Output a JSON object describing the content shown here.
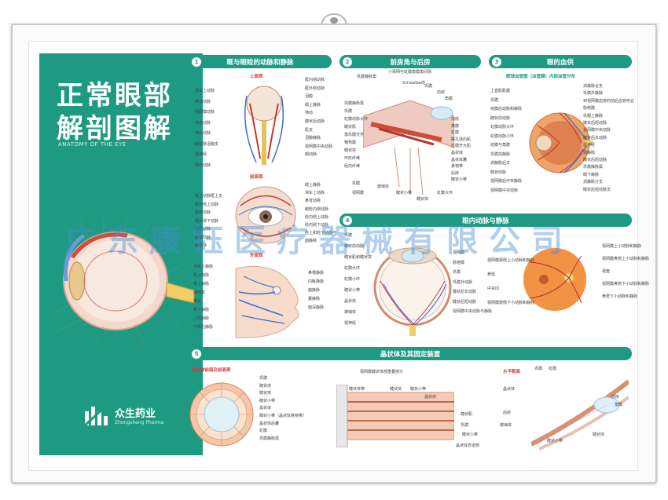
{
  "poster": {
    "title_line1": "正常眼部",
    "title_line2": "解剖图解",
    "subtitle": "ANATOMY OF THE EYE",
    "brand_name": "众生药业",
    "brand_en": "Zhongsheng Pharma",
    "watermark": "广东康钰医疗器械有限公司"
  },
  "sections": [
    {
      "num": "1",
      "title": "眶与眼睑的动脉和静脉"
    },
    {
      "num": "2",
      "title": "前房角与后房"
    },
    {
      "num": "3",
      "title": "眼的血供"
    },
    {
      "num": "4",
      "title": "眼内动脉与静脉"
    },
    {
      "num": "5",
      "title": "晶状体及其固定装置"
    }
  ],
  "sec1": {
    "view_top": "上面观",
    "view_front": "前面观",
    "view_side": "外面观",
    "left_top": [
      "滑车上动脉",
      "鼻背动脉",
      "视网膜动脉",
      "筛前动脉",
      "筛后动脉",
      "眼动脉泪腺支",
      "视神经",
      "颈内动脉"
    ],
    "right_top": [
      "眶内侧动脉",
      "眶外侧动脉",
      "泪腺",
      "眼上静脉",
      "筛动",
      "睫状后动脉",
      "肌支",
      "泪腺静脉",
      "视网膜中央动脉",
      "眼动脉"
    ],
    "left_mid": [
      "眶上动脉眶上支",
      "眶外侧上动脉",
      "眼睑动脉",
      "眶外侧下动脉",
      "眼睑动脉",
      "面横动脉",
      "面动脉"
    ],
    "right_mid": [
      "眼上静脉",
      "滑车上动脉",
      "鼻背动脉",
      "眼睑内侧动脉",
      "睑内侧上动脉",
      "睑内侧下动脉",
      "睑上和睑下动脉弓",
      "面静脉"
    ],
    "left_bot": [
      "滑车上静脉",
      "眶上静脉",
      "眼上静脉",
      "海绵窦",
      "翼丛",
      "眼下静脉",
      "上颌静脉",
      "下颌后静脉"
    ],
    "right_bot": [
      "鼻根静脉",
      "内眦静脉",
      "面静脉",
      "翼静脉",
      "面深静脉"
    ]
  },
  "sec2": {
    "top": [
      "巩膜静脉窦",
      "小梁网与虹膜角膜角间隙",
      "Schwalbe线",
      "巩膜",
      "前房",
      "角膜"
    ],
    "left": [
      "巩膜静脉窦",
      "巩膜",
      "虹膜动脉大环",
      "睫状肌",
      "角巩膜交界",
      "葡萄膜",
      "睫状突",
      "环形纤维",
      "经向纤维"
    ],
    "right": [
      "前房",
      "角膜",
      "虹膜",
      "瞳孔括约肌",
      "虹膜开大肌",
      "晶状体",
      "晶状体囊",
      "悬韧带",
      "后房",
      "睫状小带"
    ],
    "bottom": [
      "巩膜",
      "视网膜",
      "玻璃体",
      "睫状小带",
      "睫状体",
      "虹膜大环"
    ]
  },
  "sec3": {
    "header_note": "眼球血管图（血管膜）内部血管分布",
    "left": [
      "上直肌肌腱",
      "巩膜",
      "结膜后动脉和静脉",
      "睫状前动脉",
      "虹膜动脉大环",
      "虹膜动脉小环",
      "结膜与角膜",
      "巩膜前静脉",
      "涡静脉后支",
      "睫状动脉",
      "视网膜后中央静脉",
      "视网膜中央动脉"
    ],
    "right": [
      "涡静脉合支",
      "巩膜外静脉",
      "到视网膜血管的前后血管吻合",
      "脉络膜",
      "巩膜上静脉",
      "睫状后短动脉",
      "视网膜中央动脉",
      "睫状后长动脉",
      "视神经",
      "涡静脉",
      "睫状后短动脉",
      "巩膜静脉窦",
      "眼下静脉",
      "涡静脉分支",
      "睫状后短动脉支"
    ]
  },
  "sec4": {
    "left": [
      "巩膜",
      "睫状前动脉",
      "睫状肌和睫状突",
      "虹膜大环",
      "虹膜小环",
      "睫状小带",
      "晶状体",
      "玻璃体",
      "视神经"
    ],
    "middle": [
      "视网膜",
      "脉络膜",
      "巩膜",
      "巩膜外动脉",
      "睫状后长动脉",
      "睫状后短动脉",
      "视网膜中央动脉与静脉"
    ],
    "right_left": [
      "视网膜颞侧上小动脉和静脉",
      "黄斑",
      "中央凹",
      "视网膜颞侧下小动脉和静脉"
    ],
    "right_right": [
      "视网膜上小动脉和静脉",
      "视网膜鼻侧上小动脉和静脉",
      "视盘",
      "视网膜鼻侧下小动脉和静脉",
      "黄斑下小动脉和静脉"
    ]
  },
  "sec5": {
    "view1": "晶状体前面及前面观",
    "view2": "水平断面",
    "p1": [
      "巩膜",
      "睫状体",
      "睫状突",
      "睫状小带",
      "晶状体",
      "睫状小带（晶状体悬韧带）",
      "晶状体后囊",
      "虹膜",
      "巩膜静脉窦"
    ],
    "p2": [
      "视网膜睫状体部重叠部分",
      "睫状体带",
      "睫状突",
      "睫状小带",
      "晶状体",
      "睫状肌",
      "巩膜",
      "睫状小带",
      "晶状体赤道部"
    ],
    "p3": [
      "巩膜",
      "虹膜",
      "前房",
      "角膜",
      "晶状体",
      "后房",
      "玻璃体",
      "睫状体",
      "睫状小带"
    ]
  }
}
